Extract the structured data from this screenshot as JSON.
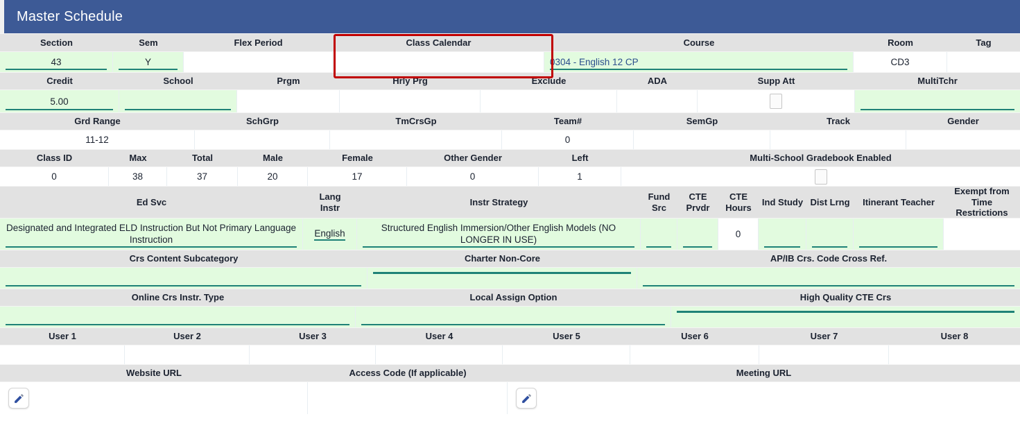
{
  "header": {
    "title": "Master Schedule",
    "bar_color": "#3d5a96"
  },
  "highlight": {
    "color": "#c00000",
    "target": "Class Calendar"
  },
  "row1": {
    "headers": [
      "Section",
      "Sem",
      "Flex Period",
      "Class Calendar",
      "Course",
      "Room",
      "Tag"
    ],
    "values": {
      "section": "43",
      "sem": "Y",
      "flex_period": "",
      "class_calendar": "",
      "course": "0304 - English 12 CP",
      "room": "CD3",
      "tag": ""
    }
  },
  "row2": {
    "headers": [
      "Credit",
      "School",
      "Prgm",
      "Hrly Prg",
      "Exclude",
      "ADA",
      "Supp Att",
      "MultiTchr"
    ],
    "values": {
      "credit": "5.00",
      "school": "",
      "prgm": "",
      "hrly_prg": "",
      "exclude": "",
      "ada": "",
      "supp_att_checked": false,
      "multitchr": ""
    }
  },
  "row3": {
    "headers": [
      "Grd Range",
      "SchGrp",
      "TmCrsGp",
      "Team#",
      "SemGp",
      "Track",
      "Gender"
    ],
    "values": {
      "grd_range": "11-12",
      "schgrp": "",
      "tmcrsgp": "",
      "team_num": "0",
      "semgp": "",
      "track": "",
      "gender": ""
    }
  },
  "row4": {
    "headers": [
      "Class ID",
      "Max",
      "Total",
      "Male",
      "Female",
      "Other Gender",
      "Left",
      "Multi-School Gradebook Enabled"
    ],
    "values": {
      "class_id": "0",
      "max": "38",
      "total": "37",
      "male": "20",
      "female": "17",
      "other_gender": "0",
      "left": "1",
      "multi_school_gradebook_checked": false
    }
  },
  "row5": {
    "headers": {
      "ed_svc": "Ed Svc",
      "lang_instr_l1": "Lang",
      "lang_instr_l2": "Instr",
      "instr_strategy": "Instr Strategy",
      "fund_src_l1": "Fund",
      "fund_src_l2": "Src",
      "cte_prvdr_l1": "CTE",
      "cte_prvdr_l2": "Prvdr",
      "cte_hours_l1": "CTE",
      "cte_hours_l2": "Hours",
      "ind_study": "Ind Study",
      "dist_lrng": "Dist Lrng",
      "itinerant_teacher": "Itinerant Teacher",
      "exempt_l1": "Exempt from",
      "exempt_l2": "Time Restrictions"
    },
    "values": {
      "ed_svc": "Designated and Integrated ELD Instruction But Not Primary Language Instruction",
      "lang_instr": "English",
      "instr_strategy": "Structured English Immersion/Other English Models (NO LONGER IN USE)",
      "fund_src": "",
      "cte_prvdr": "",
      "cte_hours": "0",
      "ind_study": "",
      "dist_lrng": "",
      "itinerant_teacher": "",
      "exempt_from_time_restrictions": ""
    }
  },
  "row6": {
    "headers": [
      "Crs Content Subcategory",
      "Charter Non-Core",
      "AP/IB Crs. Code Cross Ref."
    ],
    "values": {
      "crs_content_subcategory": "",
      "charter_non_core": "",
      "apib_cross_ref": ""
    }
  },
  "row7": {
    "headers": [
      "Online Crs Instr. Type",
      "Local Assign Option",
      "High Quality CTE Crs"
    ],
    "values": {
      "online_crs_instr_type": "",
      "local_assign_option": "",
      "high_quality_cte_crs": ""
    }
  },
  "row8": {
    "headers": [
      "User 1",
      "User 2",
      "User 3",
      "User 4",
      "User 5",
      "User 6",
      "User 7",
      "User 8"
    ],
    "values": {
      "user1": "",
      "user2": "",
      "user3": "",
      "user4": "",
      "user5": "",
      "user6": "",
      "user7": "",
      "user8": ""
    }
  },
  "row9": {
    "headers": [
      "Website URL",
      "Access Code (If applicable)",
      "Meeting URL"
    ],
    "values": {
      "website_url": "",
      "access_code": "",
      "meeting_url": ""
    },
    "edit_icons": [
      "edit-pencil-icon",
      "edit-pencil-icon"
    ]
  }
}
